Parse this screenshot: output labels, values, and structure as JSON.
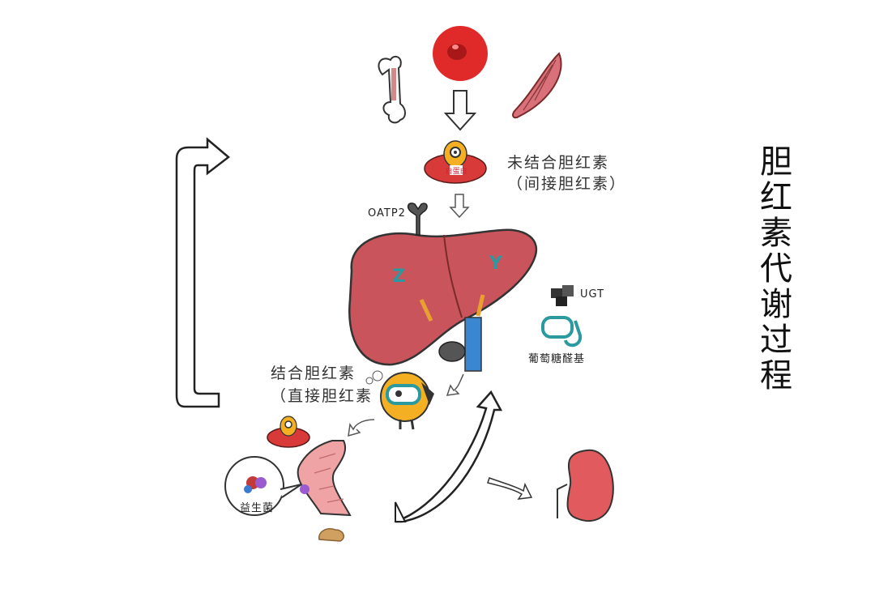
{
  "title": "胆红素代谢过程",
  "labels": {
    "unconjugated": "未结合胆红素",
    "unconjugated_alt": "（间接胆红素）",
    "conjugated": "结合胆红素",
    "conjugated_alt": "（直接胆红素",
    "oatp2": "OATP2",
    "ugt": "UGT",
    "glucuronic": "葡萄糖醛基",
    "probiotic": "益生菌",
    "protein_tag": "白蛋白",
    "z_protein": "Z",
    "y_protein": "Y"
  },
  "colors": {
    "liver": "#c9545c",
    "rbc": "#e02a2a",
    "kidney": "#e05a5e",
    "muscle": "#d9707a",
    "minion": "#f4b022",
    "goggle": "#2a9aa0",
    "intestine": "#f0a3a5"
  },
  "icons": [
    "bone-icon",
    "red-blood-cell-icon",
    "muscle-icon",
    "liver-icon",
    "kidney-icon",
    "intestine-icon",
    "minion-icon",
    "snorkel-mask-icon",
    "wrench-icon",
    "stool-icon"
  ]
}
